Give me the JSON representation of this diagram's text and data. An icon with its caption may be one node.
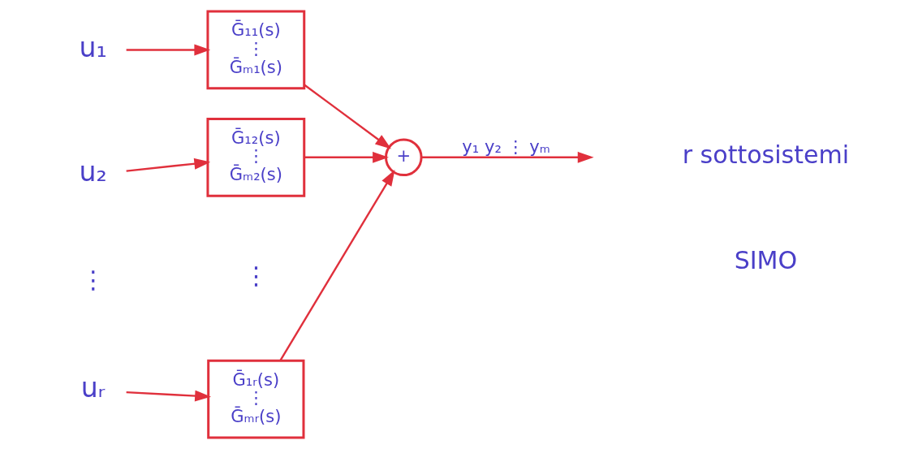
{
  "diagram": {
    "nodes": [
      {
        "text": [
          "u₁"
        ]
      },
      {
        "text": [
          "Ḡ₁₁(s)",
          "⋮",
          "Ḡₘ₁(s)"
        ]
      },
      {
        "text": [
          "u₂"
        ]
      },
      {
        "text": [
          "Ḡ₁₂(s)",
          "⋮",
          "Ḡₘ₂(s)"
        ]
      },
      {
        "text": [
          "uᵣ"
        ]
      },
      {
        "text": [
          "Ḡ₁ᵣ(s)",
          "⋮",
          "Ḡₘᵣ(s)"
        ]
      },
      {
        "text": [
          "+"
        ]
      }
    ],
    "edges": [
      {
        "from": 0,
        "to": 1,
        "arrow": "to"
      },
      {
        "from": 2,
        "to": 3,
        "arrow": "to"
      },
      {
        "from": 4,
        "to": 5,
        "arrow": "to"
      },
      {
        "from": 1,
        "to": 6,
        "arrow": "to"
      },
      {
        "from": 3,
        "to": 6,
        "arrow": "to"
      },
      {
        "from": 5,
        "to": 6,
        "arrow": "to"
      },
      {
        "from": 6,
        "to": null,
        "arrow": "to",
        "label": "y₁ y₂ ⋮ yₘ"
      }
    ],
    "labels": [
      "⋮",
      "⋮",
      "r sottosistemi",
      "SIMO"
    ]
  }
}
